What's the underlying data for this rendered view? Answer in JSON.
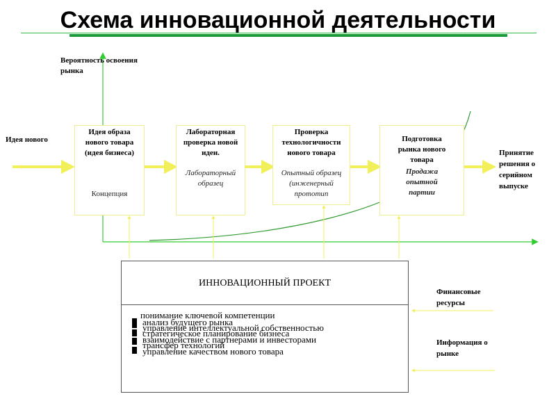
{
  "title": "Схема инновационной деятельности",
  "y_axis_label": [
    "Вероятность освоения",
    "рынка"
  ],
  "start_label": "Идея нового",
  "end_label": [
    "Принятие",
    "решения о",
    "серийном",
    "выпуске"
  ],
  "stages": [
    {
      "top": [
        "Идея образа",
        "нового товара",
        "(идея бизнеса)"
      ],
      "sub": [
        "Концепция"
      ]
    },
    {
      "top": [
        "Лабораторная",
        "проверка новой",
        "идеи."
      ],
      "sub": [
        "Лабораторный",
        "образец"
      ]
    },
    {
      "top": [
        "Проверка",
        "технологичности",
        "нового товара"
      ],
      "sub": [
        "Опытный образец",
        "(инженерный",
        "прототип"
      ]
    },
    {
      "top": [
        "Подготовка",
        "рынка нового",
        "товара"
      ],
      "sub": [
        "Продажа",
        "опытной",
        "партии"
      ]
    }
  ],
  "project": {
    "title": "ИННОВАЦИОННЫЙ ПРОЕКТ",
    "tasks": [
      "понимание ключевой компетенции",
      "анализ будущего рынка",
      "управление интеллектуальной собственностью",
      "стратегическое планирование бизнеса",
      "взаимодействие с партнерами и инвесторами",
      "трансфер технологий",
      "управление качеством  нового товара"
    ]
  },
  "inputs": {
    "finance": [
      "Финансовые",
      "ресурсы"
    ],
    "market_info": [
      "Информация о",
      "рынке"
    ]
  },
  "colors": {
    "accent_green": "#1a9a3a",
    "arrow_yellow": "#f2f05a",
    "axis_green": "#33cc33",
    "curve_green": "#2f9a2f",
    "box_border": "#f0ec90"
  }
}
